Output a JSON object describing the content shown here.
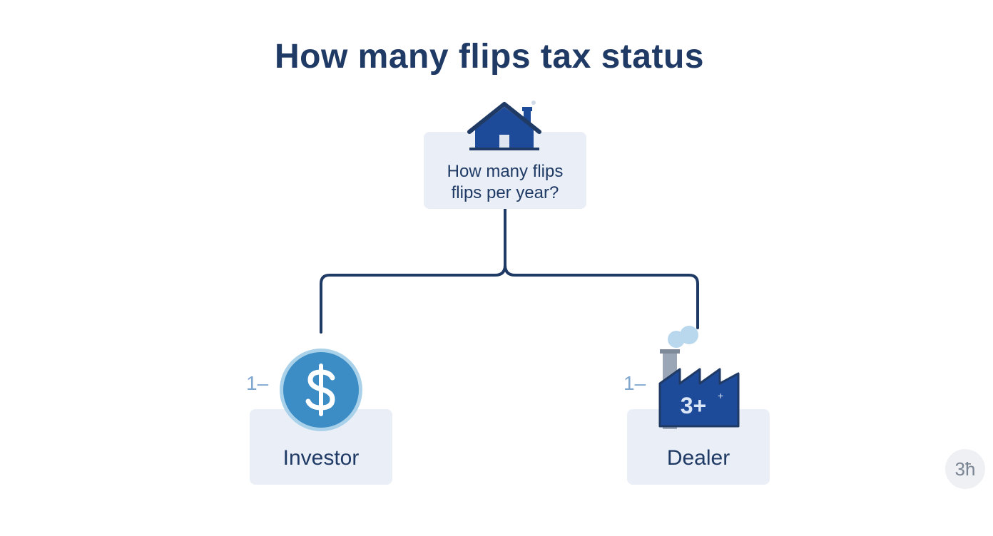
{
  "title": "How many flips tax status",
  "question": {
    "line1": "How many flips",
    "line2": "flips per year?",
    "icon": "house-icon"
  },
  "branches": [
    {
      "label": "Investor",
      "count_label": "1–",
      "icon": "dollar-coin-icon"
    },
    {
      "label": "Dealer",
      "count_label": "1–",
      "icon": "factory-icon",
      "icon_text": "3+"
    }
  ],
  "corner_badge": "3ħ",
  "colors": {
    "primary": "#1f3a64",
    "accent_blue": "#1e4a9a",
    "coin_blue": "#3c8dc5",
    "light_blue": "#7fa6cf",
    "box_bg": "#e9eef7"
  }
}
